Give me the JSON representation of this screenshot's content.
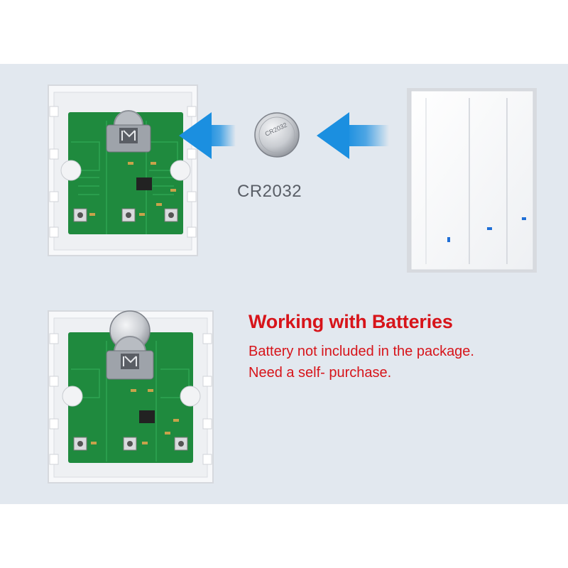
{
  "coin": {
    "label": "CR2032",
    "engraving": "CR2032"
  },
  "info": {
    "heading": "Working with Batteries",
    "line1": "Battery not included in the package.",
    "line2": "Need a self- purchase."
  },
  "colors": {
    "background_band": "#e2e8ef",
    "accent_red": "#d7141a",
    "pcb_green": "#1f8a3e",
    "arrow_blue": "#1b8fe0",
    "led_blue": "#1f6fd6"
  },
  "icons": [
    "arrow-left-icon",
    "arrow-right-icon"
  ]
}
